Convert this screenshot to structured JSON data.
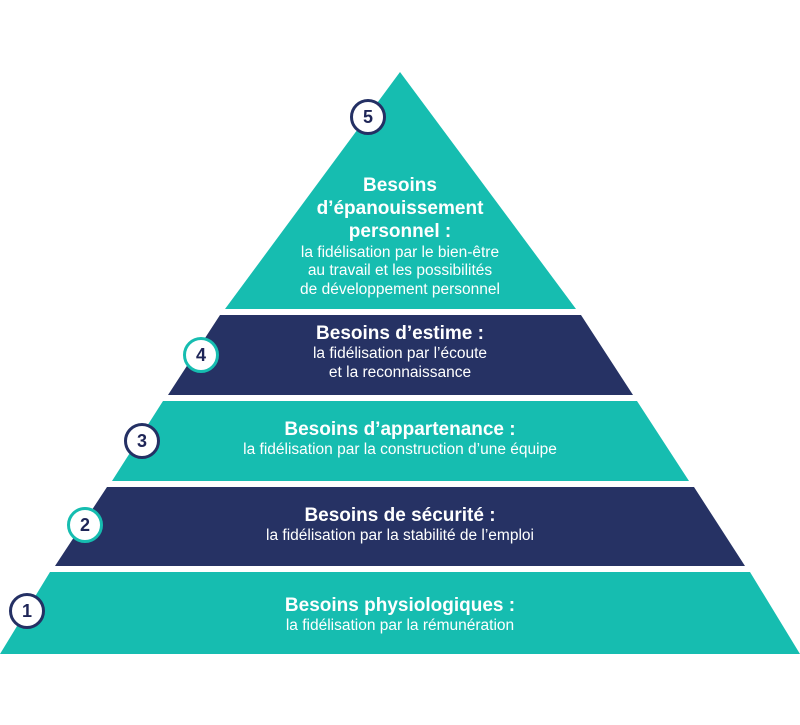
{
  "colors": {
    "teal": "#16bdb0",
    "navy": "#263264",
    "badge_navy_ring": "#243064",
    "badge_teal_ring": "#16bdb0",
    "text": "#ffffff"
  },
  "levels": [
    {
      "number": "1",
      "title": "Besoins physiologiques :",
      "description": "la fidélisation par la rémunération",
      "color": "teal"
    },
    {
      "number": "2",
      "title": "Besoins de sécurité :",
      "description": "la fidélisation par la stabilité de l’emploi",
      "color": "navy"
    },
    {
      "number": "3",
      "title": "Besoins d’appartenance :",
      "description": "la fidélisation par la construction d’une équipe",
      "color": "teal"
    },
    {
      "number": "4",
      "title": "Besoins d’estime :",
      "description": "la fidélisation par l’écoute et la reconnaissance",
      "description_lines": [
        "la fidélisation par l’écoute",
        "et la reconnaissance"
      ],
      "color": "navy"
    },
    {
      "number": "5",
      "title": "Besoins d’épanouissement personnel :",
      "title_lines": [
        "Besoins",
        "d’épanouissement",
        "personnel :"
      ],
      "description": "la fidélisation par le bien-être au travail et les possibilités de développement personnel",
      "description_lines": [
        "la fidélisation par le bien-être",
        "au travail et les possibilités",
        "de développement personnel"
      ],
      "color": "teal"
    }
  ]
}
